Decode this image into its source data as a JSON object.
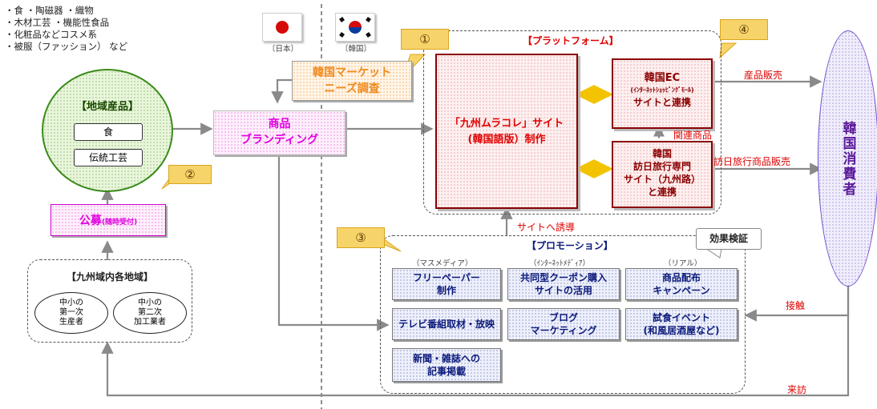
{
  "top_left_list": [
    "・食 ・陶磁器 ・織物",
    "・木材工芸 ・機能性食品",
    "・化粧品などコスメ系",
    "・被服（ファッション） など"
  ],
  "flags": {
    "japan_caption": "〔日本〕",
    "korea_caption": "〔韓国〕"
  },
  "local_products": {
    "title": "【地域産品】",
    "item1": "食",
    "item2": "伝統工芸"
  },
  "branding": {
    "line1": "商品",
    "line2": "ブランディング"
  },
  "market_research": {
    "line1": "韓国マーケット",
    "line2": "ニーズ調査"
  },
  "recruit": {
    "main": "公募",
    "sub": "(随時受付)"
  },
  "kyushu_region": {
    "title": "【九州域内各地域】",
    "producer": [
      "中小の",
      "第一次",
      "生産者"
    ],
    "processor": [
      "中小の",
      "第二次",
      "加工業者"
    ]
  },
  "platform": {
    "title": "【プラットフォーム】",
    "site": {
      "line1": "「九州ムラコレ」サイト",
      "line2": "(韓国語版）制作"
    },
    "korea_ec": {
      "line1": "韓国EC",
      "line2": "(ｲﾝﾀｰﾈｯﾄｼｮｯﾋﾟﾝｸﾞﾓｰﾙ)",
      "line3": "サイトと連携"
    },
    "travel": {
      "line1": "韓国",
      "line2": "訪日旅行専門",
      "line3": "サイト（九州路）",
      "line4": "と連携"
    },
    "related": "関連商品"
  },
  "flows": {
    "product_sales": "産品販売",
    "travel_sales": "訪日旅行商品販売",
    "guide_to_site": "サイトへ誘導",
    "contact": "接触",
    "visit": "来訪"
  },
  "consumer": {
    "label": "韓国消費者"
  },
  "badges": [
    "①",
    "②",
    "③",
    "④"
  ],
  "promotion": {
    "title": "【プロモーション】",
    "effect": "効果検証",
    "cat_mass": "（マスメディア）",
    "cat_internet": "（ｲﾝﾀｰﾈｯﾄﾒﾃﾞｨｱ）",
    "cat_real": "（リアル）",
    "free_paper": [
      "フリーペーパー",
      "制作"
    ],
    "coupon": [
      "共同型クーポン購入",
      "サイトの活用"
    ],
    "distribution": [
      "商品配布",
      "キャンペーン"
    ],
    "tv": "テレビ番組取材・放映",
    "blog": [
      "ブログ",
      "マーケティング"
    ],
    "tasting": [
      "試食イベント",
      "(和風居酒屋など)"
    ],
    "newspaper": [
      "新聞・雑誌への",
      "記事掲載"
    ]
  },
  "colors": {
    "accent_red": "#e00000",
    "magenta": "#e000e0",
    "orange": "#f08a1c",
    "navy": "#0b1a7a",
    "purple": "#5b1a9a",
    "badge": "#f7d46a"
  }
}
